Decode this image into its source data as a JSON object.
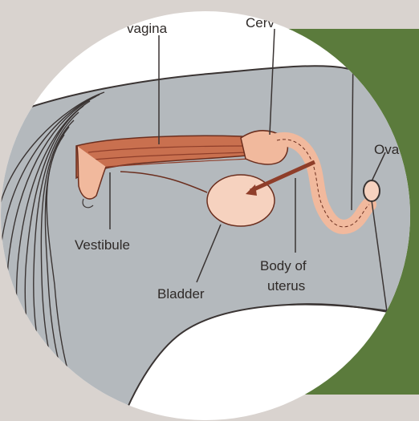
{
  "colors": {
    "background": "#d9d3cf",
    "card": "#5b7b3c",
    "body_fill": "#b4b9bd",
    "organ": "#f1b99d",
    "muscle": "#c9704f",
    "line": "#3a3433"
  },
  "labels": {
    "vagina": "vagina",
    "cervix": "Cerv",
    "ovary": "Ova",
    "vestibule": "Vestibule",
    "bladder": "Bladder",
    "body_of_uterus_line1": "Body of",
    "body_of_uterus_line2": "uterus"
  }
}
